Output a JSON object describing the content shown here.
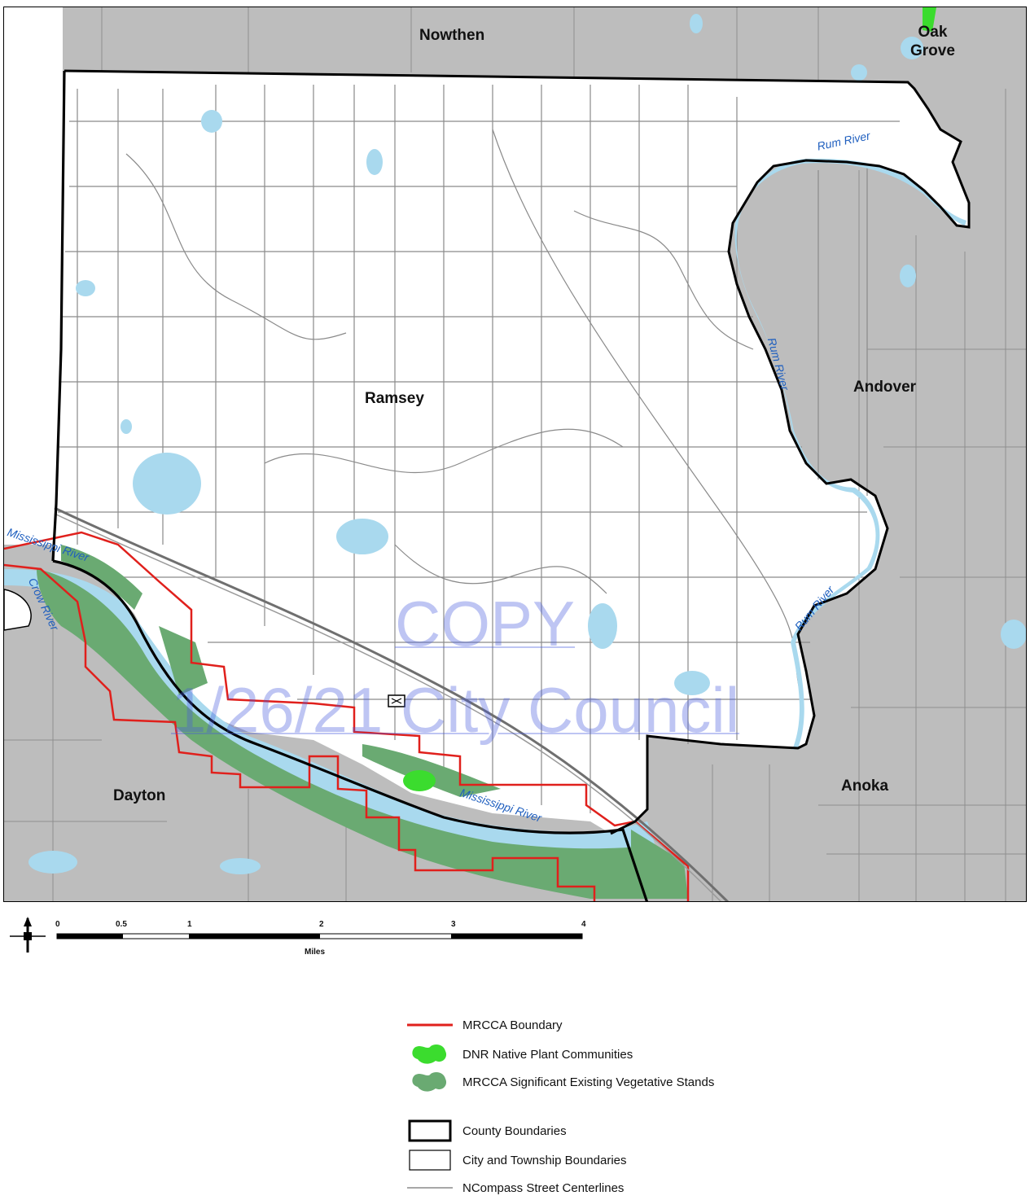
{
  "map": {
    "places": {
      "nowthen": "Nowthen",
      "oak_grove": "Oak\nGrove",
      "ramsey": "Ramsey",
      "andover": "Andover",
      "anoka": "Anoka",
      "dayton": "Dayton"
    },
    "rivers": {
      "rum_top": "Rum River",
      "rum_mid": "Rum River",
      "rum_low": "Rum River",
      "mississippi_top": "Mississippi River",
      "mississippi_bottom": "Mississippi River",
      "crow": "Crow River"
    },
    "watermark": {
      "line1": "COPY",
      "line2": "1/26/21 City Council"
    },
    "colors": {
      "outside_area": "#bdbdbd",
      "inside_area": "#ffffff",
      "water": "#a9d9ee",
      "mrcca_boundary": "#e0201c",
      "native_plant": "#3bdc2e",
      "vegetative_stands": "#6aaa72",
      "county_boundary": "#000000",
      "street": "#8a8a8a"
    }
  },
  "scale_bar": {
    "ticks": [
      "0",
      "0.5",
      "1",
      "2",
      "3",
      "4"
    ],
    "unit": "Miles"
  },
  "legend": {
    "items": [
      {
        "label": "MRCCA Boundary",
        "symbol": "red-line"
      },
      {
        "label": "DNR Native Plant Communities",
        "symbol": "bright-green-patch"
      },
      {
        "label": "MRCCA Significant Existing Vegetative Stands",
        "symbol": "dark-green-patch"
      },
      {
        "label": "County Boundaries",
        "symbol": "thick-box"
      },
      {
        "label": "City and Township Boundaries",
        "symbol": "thin-box"
      },
      {
        "label": "NCompass Street Centerlines",
        "symbol": "gray-line"
      }
    ]
  },
  "north_arrow_icon": "north-arrow-icon"
}
